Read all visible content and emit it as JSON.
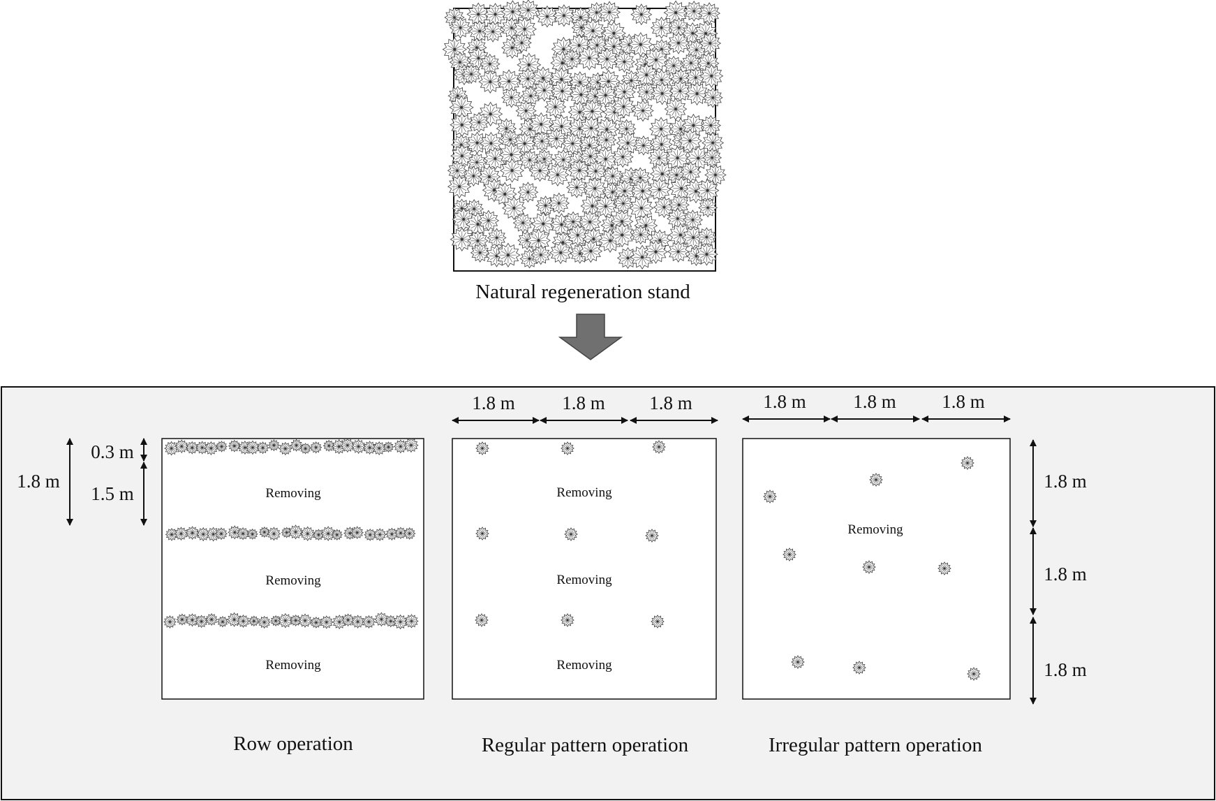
{
  "stand": {
    "caption": "Natural regeneration stand"
  },
  "panels": [
    {
      "caption": "Row operation",
      "removing": [
        "Removing",
        "Removing",
        "Removing"
      ]
    },
    {
      "caption": "Regular pattern operation",
      "removing": [
        "Removing",
        "Removing",
        "Removing"
      ]
    },
    {
      "caption": "Irregular pattern operation",
      "removing": [
        "Removing"
      ]
    }
  ],
  "dimensions": {
    "spacing": "1.8 m",
    "strip_width": "0.3 m",
    "gap_width": "1.5 m"
  },
  "colors": {
    "panel_background": "#f2f2f2",
    "arrow_fill": "#707070",
    "tree_stroke": "#4a4a4a",
    "line": "#111111"
  }
}
